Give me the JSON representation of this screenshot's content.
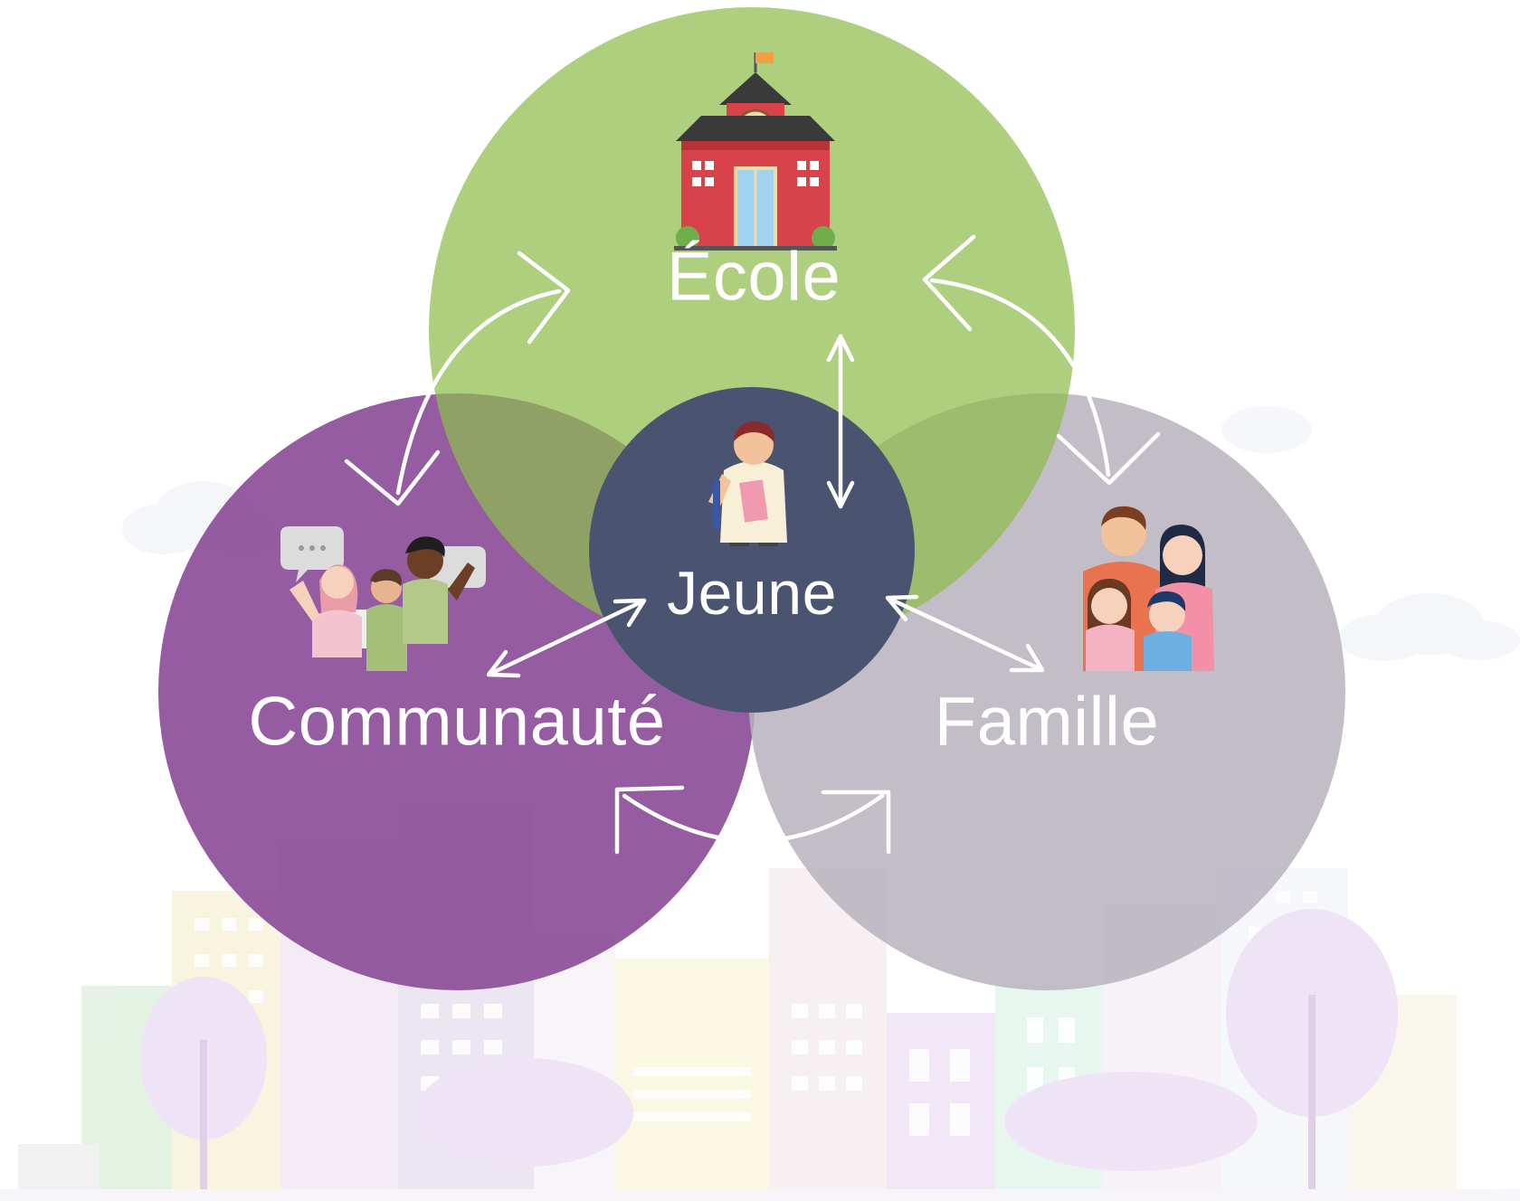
{
  "diagram": {
    "center": {
      "label": "Jeune",
      "icon": "student-icon",
      "color": "#4a5470"
    },
    "circles": [
      {
        "key": "ecole",
        "label": "École",
        "icon": "school-building-icon",
        "color": "#8dbd4c"
      },
      {
        "key": "communaute",
        "label": "Communauté",
        "icon": "community-people-icon",
        "color": "#8a4a97"
      },
      {
        "key": "famille",
        "label": "Famille",
        "icon": "family-icon",
        "color": "#b7b2bd"
      }
    ],
    "background": {
      "illustration": "city-skyline-background"
    },
    "arrows": {
      "color": "#ffffff",
      "style": "double-headed"
    }
  }
}
